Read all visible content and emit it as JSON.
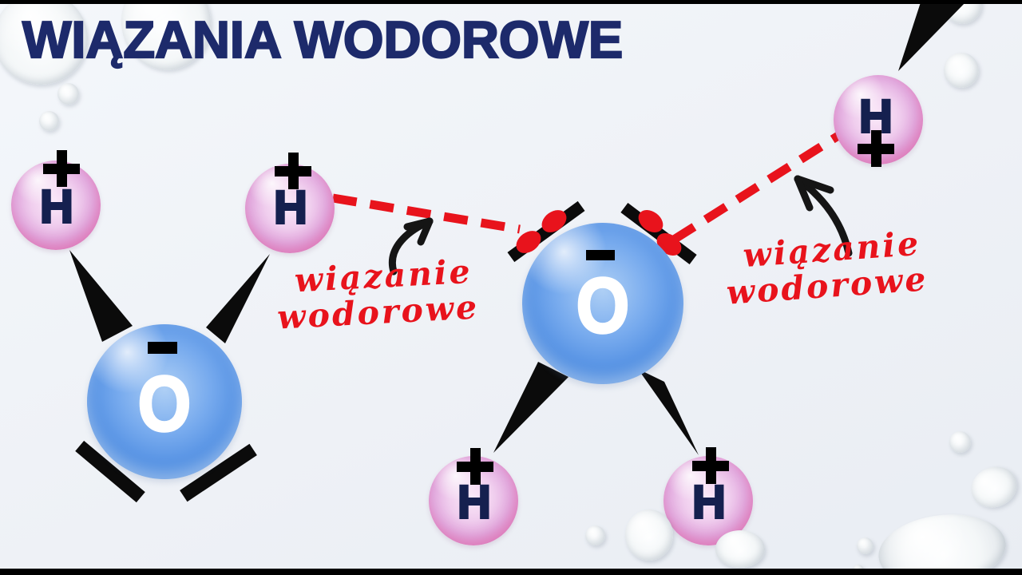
{
  "header": {
    "title": "WIĄZANIA WODOROWE"
  },
  "atoms": {
    "hydrogen_symbol": "H",
    "oxygen_symbol": "O",
    "positive_charge": "+",
    "negative_charge": "−"
  },
  "molecules": [
    {
      "name": "water-left",
      "oxygen_charge": "−",
      "hydrogen_count": 2,
      "lone_pair_dots_visible": false
    },
    {
      "name": "water-center",
      "oxygen_charge": "−",
      "hydrogen_count": 2,
      "lone_pair_dots_visible": true
    },
    {
      "name": "hydrogen-top-right",
      "charge": "+"
    }
  ],
  "hydrogen_bonds": {
    "count": 2,
    "style": "red dashed line"
  },
  "annotations": [
    {
      "line1": "wiązanie",
      "line2": "wodorowe",
      "side": "left"
    },
    {
      "line1": "wiązanie",
      "line2": "wodorowe",
      "side": "right"
    }
  ],
  "colors": {
    "background": "#eef1f6",
    "title_navy": "#1d2a6b",
    "letter_navy": "#15204f",
    "accent_red": "#e8131c",
    "bond_black": "#0b0b0b",
    "oxygen_blue": "#4a8ade",
    "hydrogen_pink": "#e77fc0"
  }
}
